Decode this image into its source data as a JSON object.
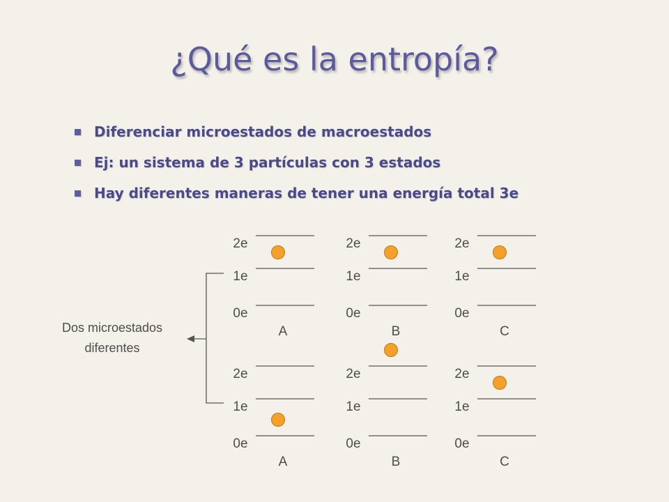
{
  "slide": {
    "title": "¿Qué es la entropía?",
    "bullets": [
      "Diferenciar microestados de macroestados",
      "Ej: un sistema de 3 partículas con 3 estados",
      "Hay diferentes maneras de tener una energía total 3e"
    ]
  },
  "diagram": {
    "caption_line1": "Dos microestados",
    "caption_line2": "diferentes",
    "level_labels": [
      "0e",
      "1e",
      "2e"
    ],
    "particle_color": "#f4a02a",
    "microstates": [
      {
        "particles": [
          {
            "name": "A",
            "level": "1e"
          },
          {
            "name": "B",
            "level": "1e"
          },
          {
            "name": "C",
            "level": "1e"
          }
        ]
      },
      {
        "particles": [
          {
            "name": "A",
            "level": "0e"
          },
          {
            "name": "B",
            "level": "2e"
          },
          {
            "name": "C",
            "level": "1e"
          }
        ]
      }
    ]
  }
}
